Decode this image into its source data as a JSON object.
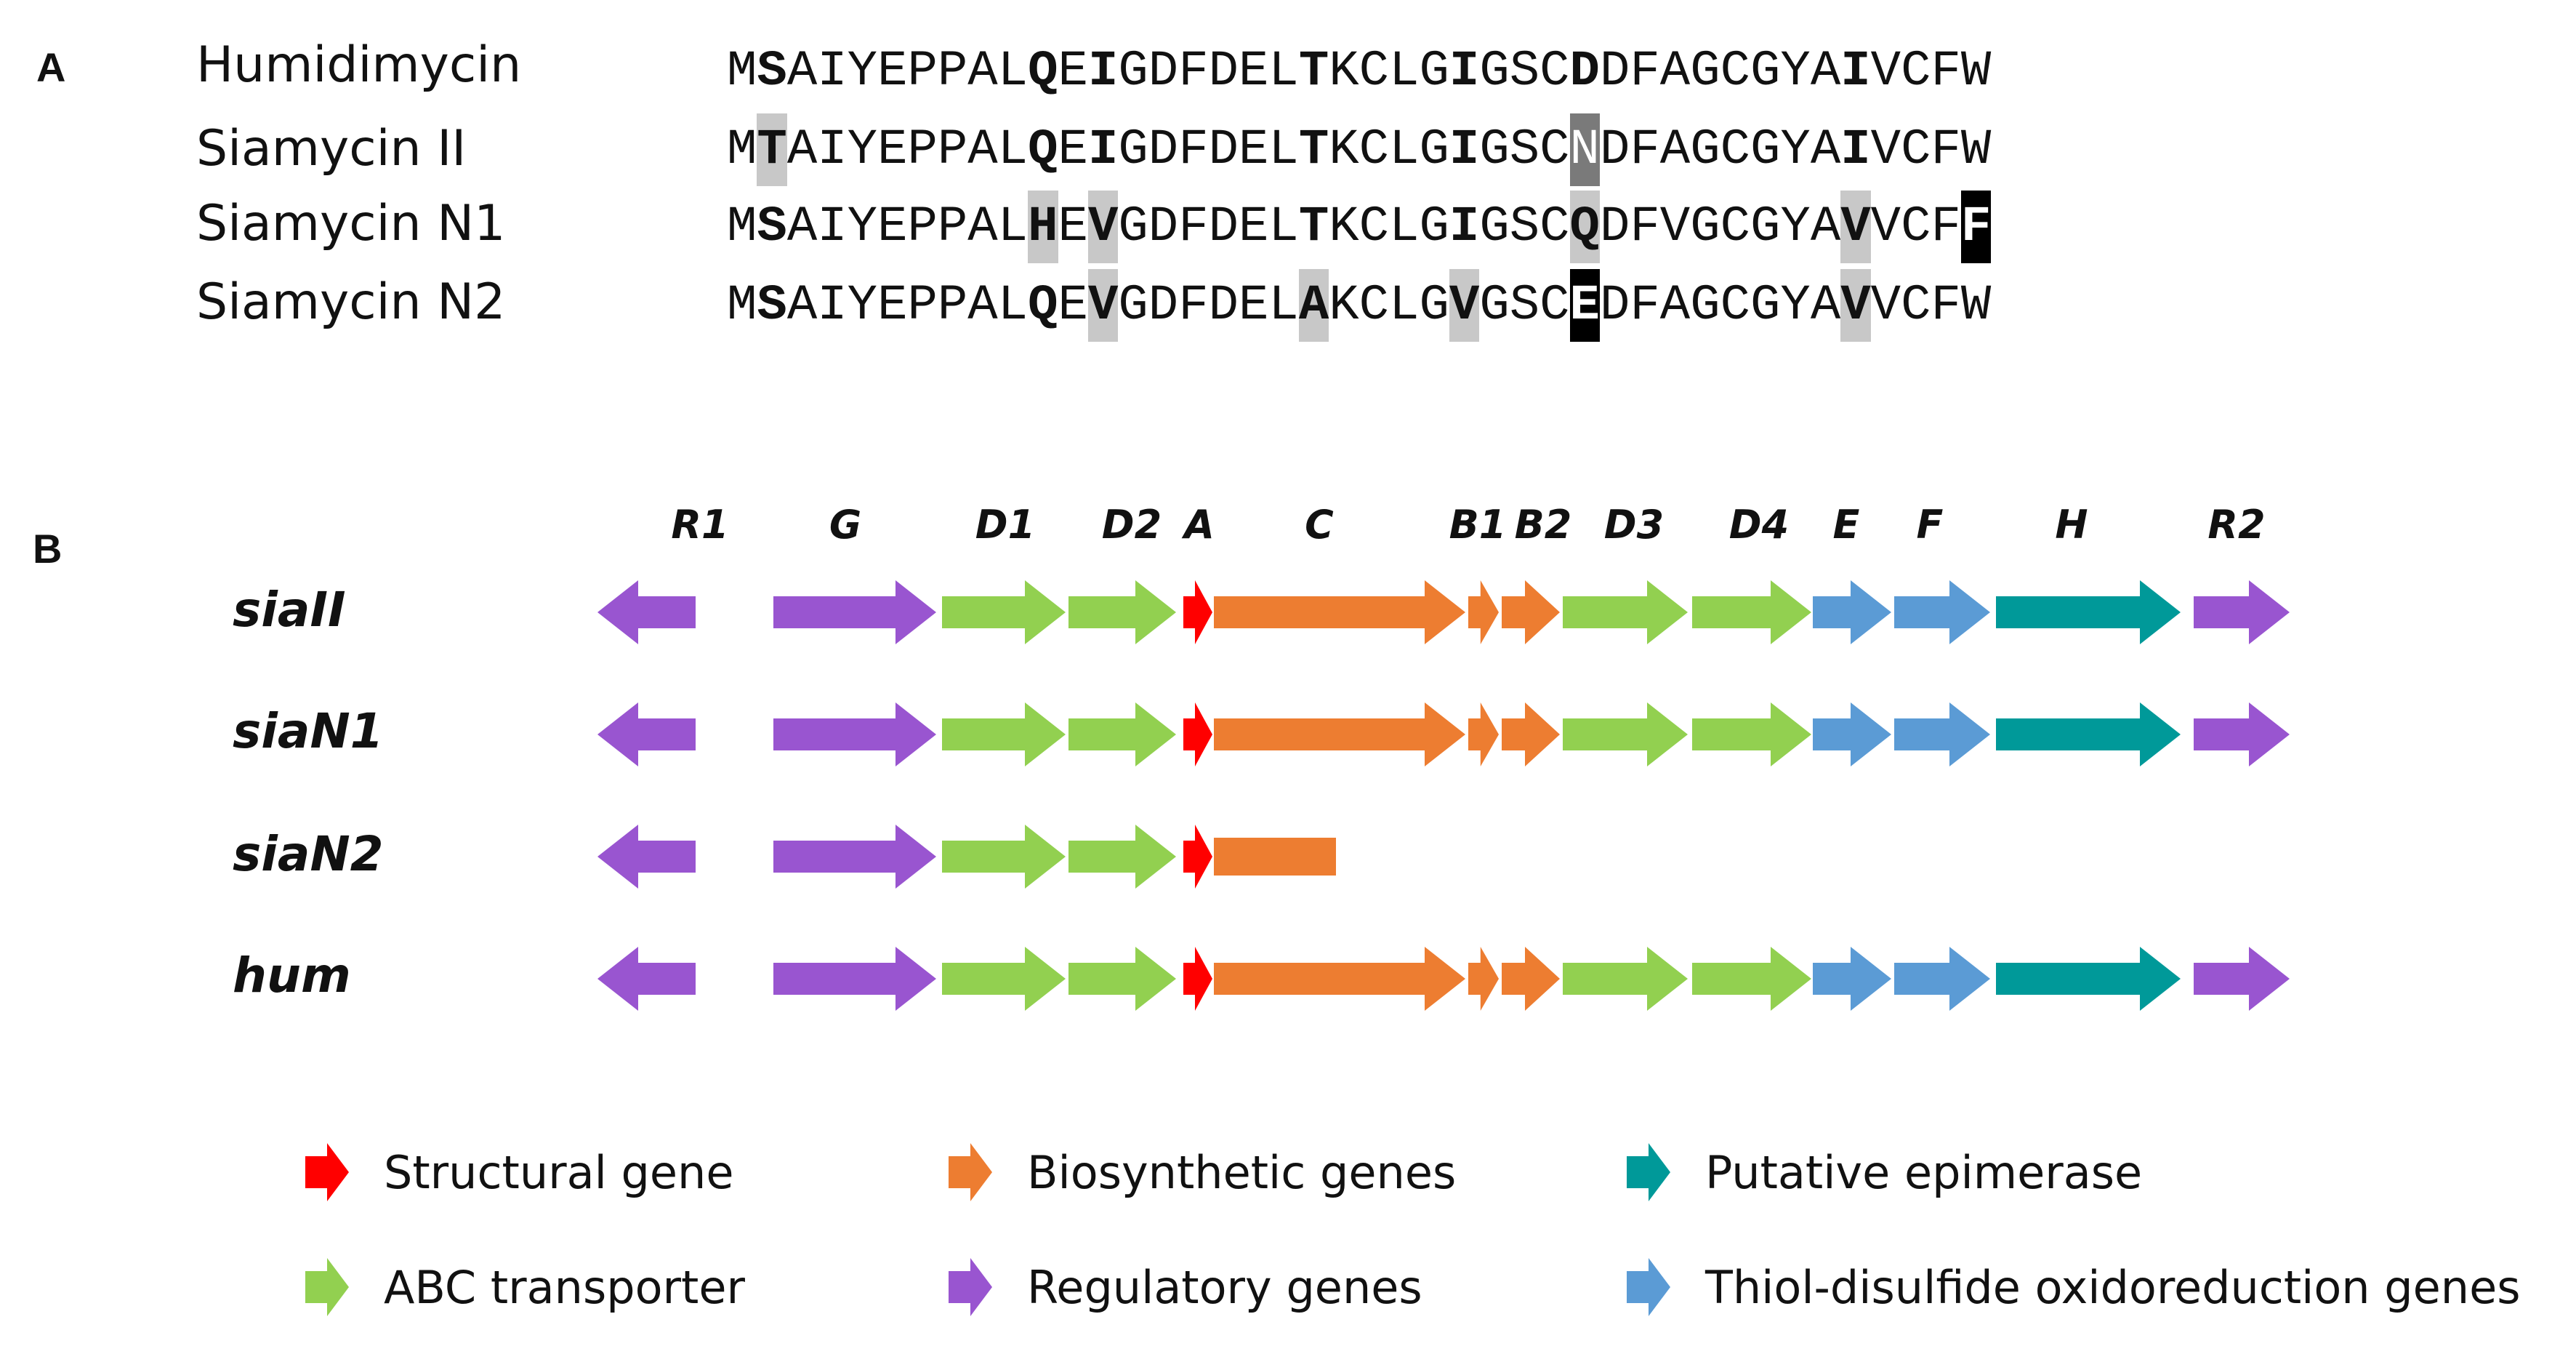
{
  "panel_a": {
    "letter": "A",
    "sequences": [
      {
        "name": "Humidimycin",
        "residues": [
          [
            "M",
            ""
          ],
          [
            "S",
            "b"
          ],
          [
            "AIYEPPAL",
            ""
          ],
          [
            "Q",
            "b"
          ],
          [
            "E",
            ""
          ],
          [
            "I",
            "b"
          ],
          [
            "GDFDEL",
            ""
          ],
          [
            "T",
            "b"
          ],
          [
            "KCLG",
            ""
          ],
          [
            "I",
            "b"
          ],
          [
            "GSC",
            ""
          ],
          [
            "D",
            "b"
          ],
          [
            "DFAGCGYA",
            ""
          ],
          [
            "I",
            "b"
          ],
          [
            "VCFW",
            ""
          ]
        ]
      },
      {
        "name": "Siamycin II",
        "residues": [
          [
            "M",
            ""
          ],
          [
            "T",
            "b hl-light"
          ],
          [
            "AIYEPPAL",
            ""
          ],
          [
            "Q",
            "b"
          ],
          [
            "E",
            ""
          ],
          [
            "I",
            "b"
          ],
          [
            "GDFDEL",
            ""
          ],
          [
            "T",
            "b"
          ],
          [
            "KCLG",
            ""
          ],
          [
            "I",
            "b"
          ],
          [
            "GSC",
            ""
          ],
          [
            "N",
            "hl-dark"
          ],
          [
            "DFAGCGYA",
            ""
          ],
          [
            "I",
            "b"
          ],
          [
            "VCFW",
            ""
          ]
        ]
      },
      {
        "name": "Siamycin N1",
        "residues": [
          [
            "M",
            ""
          ],
          [
            "S",
            "b"
          ],
          [
            "AIYEPPAL",
            ""
          ],
          [
            "H",
            "b hl-light"
          ],
          [
            "E",
            ""
          ],
          [
            "V",
            "b hl-light"
          ],
          [
            "GDFDEL",
            ""
          ],
          [
            "T",
            "b"
          ],
          [
            "KCLG",
            ""
          ],
          [
            "I",
            "b"
          ],
          [
            "GSC",
            ""
          ],
          [
            "Q",
            "b hl-light"
          ],
          [
            "DFVGCGYA",
            ""
          ],
          [
            "V",
            "b hl-light"
          ],
          [
            "VCF",
            ""
          ],
          [
            "F",
            "b hl-black"
          ]
        ]
      },
      {
        "name": "Siamycin N2",
        "residues": [
          [
            "M",
            ""
          ],
          [
            "S",
            "b"
          ],
          [
            "AIYEPPAL",
            ""
          ],
          [
            "Q",
            "b"
          ],
          [
            "E",
            ""
          ],
          [
            "V",
            "b hl-light"
          ],
          [
            "GDFDEL",
            ""
          ],
          [
            "A",
            "b hl-light"
          ],
          [
            "KCLG",
            ""
          ],
          [
            "V",
            "b hl-light"
          ],
          [
            "GSC",
            ""
          ],
          [
            "E",
            "b hl-black"
          ],
          [
            "DFAGCGYA",
            ""
          ],
          [
            "V",
            "b hl-light"
          ],
          [
            "VCFW",
            ""
          ]
        ]
      }
    ]
  },
  "panel_b": {
    "letter": "B",
    "gene_labels": [
      "R1",
      "G",
      "D1",
      "D2",
      "A",
      "C",
      "B1",
      "B2",
      "D3",
      "D4",
      "E",
      "F",
      "H",
      "R2"
    ],
    "clusters": [
      {
        "name": "siaII",
        "genes": [
          "R1",
          "G",
          "D1",
          "D2",
          "A",
          "C",
          "B1",
          "B2",
          "D3",
          "D4",
          "E",
          "F",
          "H",
          "R2"
        ]
      },
      {
        "name": "siaN1",
        "genes": [
          "R1",
          "G",
          "D1",
          "D2",
          "A",
          "C",
          "B1",
          "B2",
          "D3",
          "D4",
          "E",
          "F",
          "H",
          "R2"
        ]
      },
      {
        "name": "siaN2",
        "genes": [
          "R1",
          "G",
          "D1",
          "D2",
          "A",
          "C-partial"
        ]
      },
      {
        "name": "hum",
        "genes": [
          "R1",
          "G",
          "D1",
          "D2",
          "A",
          "C",
          "B1",
          "B2",
          "D3",
          "D4",
          "E",
          "F",
          "H",
          "R2"
        ]
      }
    ],
    "colors": {
      "structural": "#ff0000",
      "biosynthetic": "#ed7d31",
      "epimerase": "#009999",
      "abc": "#92d050",
      "regulatory": "#9955d0",
      "thiol": "#5b9bd5"
    },
    "legend": [
      {
        "label": "Structural gene",
        "category": "structural"
      },
      {
        "label": "Biosynthetic genes",
        "category": "biosynthetic"
      },
      {
        "label": "Putative epimerase",
        "category": "epimerase"
      },
      {
        "label": "ABC transporter",
        "category": "abc"
      },
      {
        "label": "Regulatory genes",
        "category": "regulatory"
      },
      {
        "label": "Thiol-disulfide oxidoreduction genes",
        "category": "thiol"
      }
    ]
  }
}
